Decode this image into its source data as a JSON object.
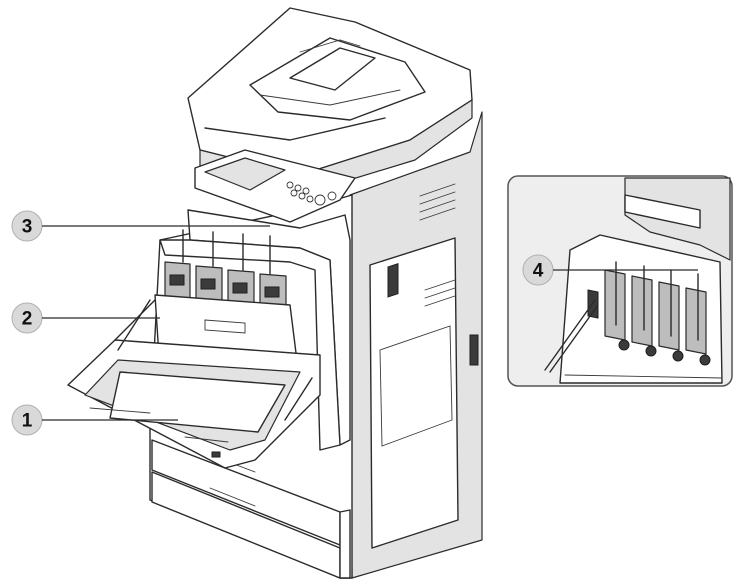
{
  "callouts": [
    {
      "label": "1"
    },
    {
      "label": "2"
    },
    {
      "label": "3"
    },
    {
      "label": "4"
    }
  ],
  "colors": {
    "line": "#2b2b2b",
    "badge": "#d9d9d9",
    "inset_background": "#eeeeee"
  }
}
